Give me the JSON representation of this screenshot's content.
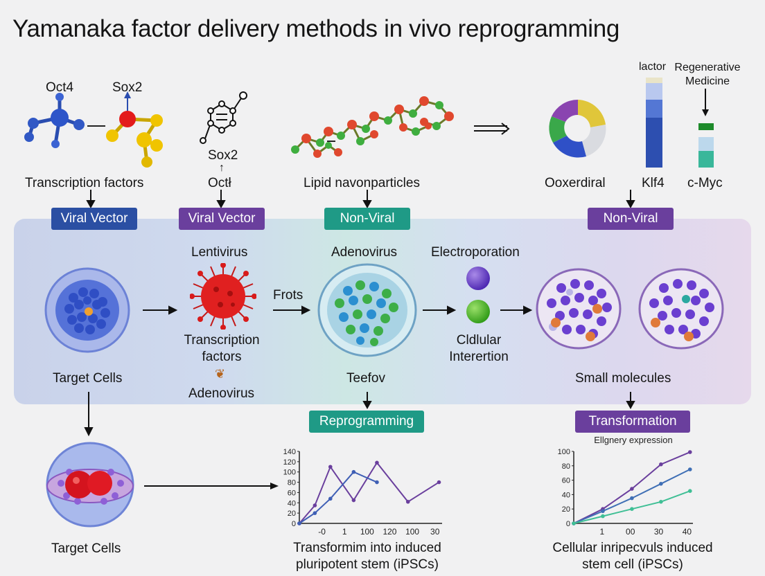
{
  "title": "Yamanaka factor delivery methods in vivo reprogramming",
  "top_row": {
    "oct4": "Oct4",
    "sox2_a": "Sox2",
    "transcription_factors": "Transcription factors",
    "sox2_b": "Sox2",
    "oct4_b": "Octł",
    "lipid_nanoparticles": "Lipid navonparticles",
    "factor": "lactor",
    "regenerative_medicine_1": "Regenerative",
    "regenerative_medicine_2": "Medicine",
    "doxerdiral": "Ooxerdiral",
    "klf4": "Klf4",
    "cmyc": "c-Myc"
  },
  "tags": {
    "viral_vector_1": "Viral Vector",
    "viral_vector_2": "Viral Vector",
    "non_viral_1": "Non-Viral",
    "non_viral_2": "Non-Viral",
    "reprogramming": "Reprogramming",
    "transformation": "Transformation"
  },
  "band": {
    "lentivirus": "Lentivirus",
    "adenovirus_top": "Adenovirus",
    "electroporation": "Electroporation",
    "frots": "Frots",
    "transcription_factors_1": "Transcription",
    "transcription_factors_2": "factors",
    "adenovirus_bottom": "Adenovirus",
    "target_cells": "Target Cells",
    "teefov": "Teefov",
    "cellular_1": "Cldlular",
    "cellular_2": "Interertion",
    "small_molecules": "Small molecules"
  },
  "bottom": {
    "target_cells": "Target Cells",
    "caption_left_1": "Transformim into induced",
    "caption_left_2": "pluripotent stem (iPSCs)",
    "caption_right_1": "Cellular inripecvuls induced",
    "caption_right_2": "stem cell (iPSCs)",
    "right_chart_title": "Ellgnery expression"
  },
  "colors": {
    "viral_vector_1": "#2b4fa3",
    "viral_vector_2": "#6a3f9d",
    "non_viral_1": "#1f9a86",
    "non_viral_2": "#6a3f9d",
    "reprogramming": "#1f9a86",
    "transformation": "#6a3f9d"
  },
  "chart_data": [
    {
      "type": "line",
      "title": "",
      "x_tick_labels": [
        "-0",
        "1",
        "100",
        "120",
        "100",
        "30"
      ],
      "y_ticks": [
        0,
        20,
        40,
        60,
        80,
        100,
        120,
        140
      ],
      "ylim": [
        0,
        140
      ],
      "series": [
        {
          "color": "#6a3f9d",
          "points": [
            [
              0,
              0
            ],
            [
              0.5,
              35
            ],
            [
              1,
              110
            ],
            [
              1.75,
              45
            ],
            [
              2.5,
              118
            ],
            [
              3.5,
              42
            ],
            [
              4.5,
              80
            ]
          ]
        },
        {
          "color": "#3f5fb5",
          "points": [
            [
              0,
              0
            ],
            [
              0.5,
              20
            ],
            [
              1,
              48
            ],
            [
              1.75,
              100
            ],
            [
              2.5,
              80
            ]
          ]
        }
      ]
    },
    {
      "type": "line",
      "title": "Ellgnery expression",
      "x_tick_labels": [
        "1",
        "00",
        "30",
        "40"
      ],
      "y_ticks": [
        0,
        20,
        40,
        60,
        80,
        100
      ],
      "ylim": [
        0,
        100
      ],
      "series": [
        {
          "color": "#6a3f9d",
          "points": [
            [
              0,
              0
            ],
            [
              1,
              20
            ],
            [
              2,
              48
            ],
            [
              3,
              82
            ],
            [
              4,
              99
            ]
          ]
        },
        {
          "color": "#3f6fb5",
          "points": [
            [
              0,
              0
            ],
            [
              1,
              17
            ],
            [
              2,
              35
            ],
            [
              3,
              55
            ],
            [
              4,
              75
            ]
          ]
        },
        {
          "color": "#3fbf95",
          "points": [
            [
              0,
              0
            ],
            [
              1,
              10
            ],
            [
              2,
              20
            ],
            [
              3,
              30
            ],
            [
              4,
              45
            ]
          ]
        }
      ]
    }
  ]
}
